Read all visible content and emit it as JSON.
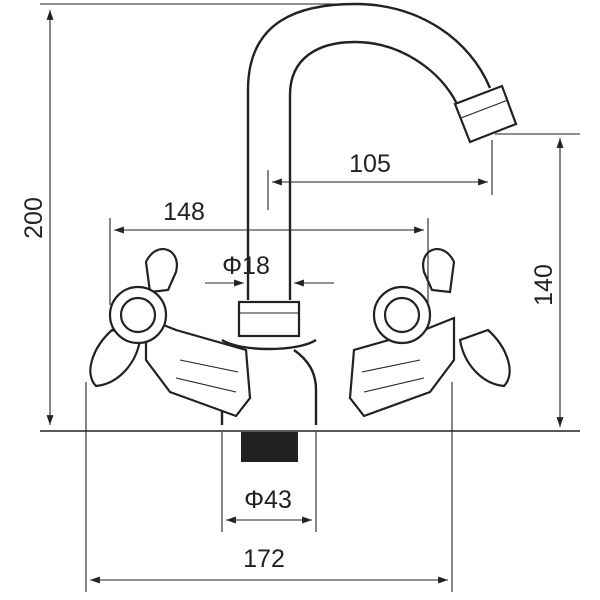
{
  "dimensions": {
    "overall_height": "200",
    "spout_reach": "105",
    "handle_span": "148",
    "spout_diameter": "Φ18",
    "spout_height": "140",
    "base_diameter": "Φ43",
    "overall_width": "172"
  },
  "colors": {
    "line": "#222222",
    "thread": "#222222",
    "background": "#ffffff"
  }
}
